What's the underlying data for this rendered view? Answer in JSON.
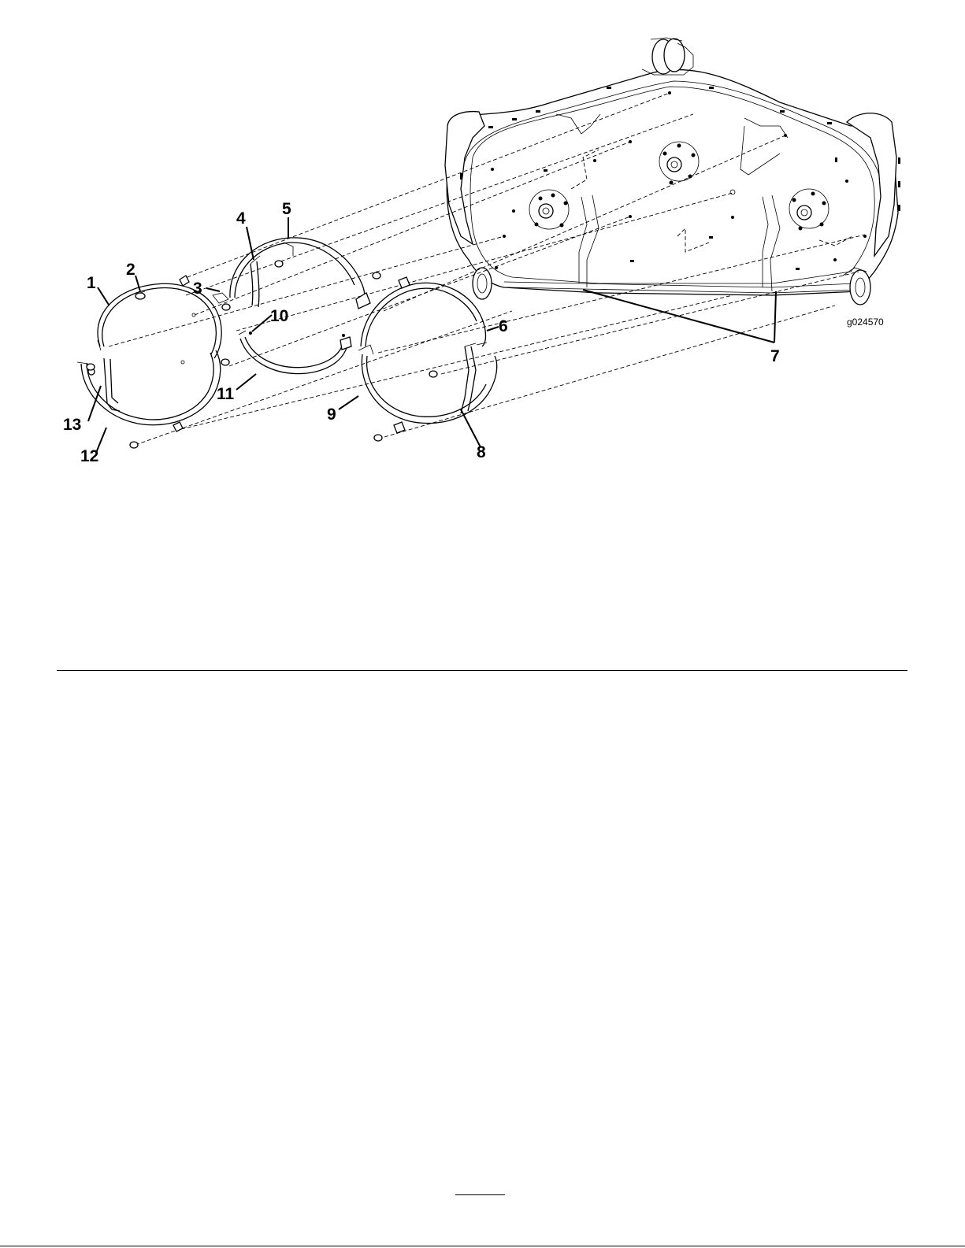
{
  "figure": {
    "figure_id": "g024570",
    "callouts": [
      {
        "label": "1"
      },
      {
        "label": "2"
      },
      {
        "label": "3"
      },
      {
        "label": "4"
      },
      {
        "label": "5"
      },
      {
        "label": "6"
      },
      {
        "label": "7"
      },
      {
        "label": "8"
      },
      {
        "label": "9"
      },
      {
        "label": "10"
      },
      {
        "label": "11"
      },
      {
        "label": "12"
      },
      {
        "label": "13"
      }
    ]
  }
}
